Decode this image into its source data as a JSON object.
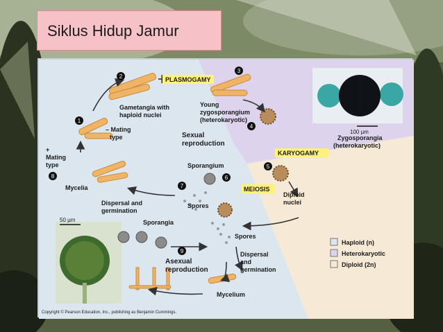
{
  "slide": {
    "title": "Siklus Hidup Jamur"
  },
  "diagram": {
    "labels": {
      "plasmogamy": "PLASMOGAMY",
      "karyogamy": "KARYOGAMY",
      "meiosis": "MEIOSIS",
      "gametangia": "Gametangia with",
      "gametangia2": "haploid nuclei",
      "young_zygo": "Young",
      "young_zygo2": "zygosporangium",
      "young_zygo3": "(heterokaryotic)",
      "minus_mating": "– Mating",
      "minus_mating2": "type",
      "plus_mating": "+",
      "plus_mating2": "Mating",
      "plus_mating3": "type",
      "sexual": "Sexual",
      "sexual2": "reproduction",
      "zygosporangia": "Zygosporangia",
      "zygosporangia2": "(heterokaryotic)",
      "scale_100": "100 µm",
      "sporangium": "Sporangium",
      "diploid": "Diploid",
      "diploid2": "nuclei",
      "mycelia": "Mycelia",
      "dispersal1": "Dispersal and",
      "dispersal1b": "germination",
      "spores_center": "Spores",
      "spores_right": "Spores",
      "scale_50": "50 µm",
      "sporangia": "Sporangia",
      "asexual": "Asexual",
      "asexual2": "reproduction",
      "dispersal2": "Dispersal",
      "dispersal2b": "and",
      "dispersal2c": "germination",
      "mycelium": "Mycelium",
      "copyright": "Copyright © Pearson Education, Inc., publishing as Benjamin Cummings."
    },
    "steps": [
      "1",
      "2",
      "3",
      "4",
      "5",
      "6",
      "7",
      "8",
      "9"
    ],
    "legend": [
      {
        "label": "Haploid (n)",
        "color": "#dce6ef"
      },
      {
        "label": "Heterokaryotic",
        "color": "#ddd3ec"
      },
      {
        "label": "Diploid (2n)",
        "color": "#f6ead6"
      }
    ],
    "colors": {
      "haploid_region": "#dce6ef",
      "heterokaryotic_region": "#ddd3ec",
      "diploid_region": "#f6ead6",
      "label_highlight": "#fff27a",
      "hyphae": "#f0b466",
      "sporangium_gray": "#8b8b8b"
    }
  }
}
